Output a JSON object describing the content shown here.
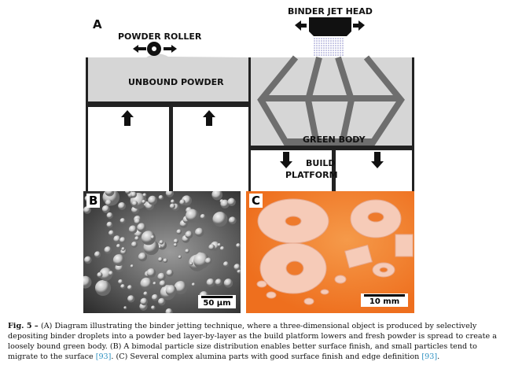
{
  "panel_a": {
    "label": "A",
    "powder_roller": "POWDER ROLLER",
    "unbound_powder": "UNBOUND POWDER",
    "binder_jet_head": "BINDER JET HEAD",
    "green_body": "GREEN BODY",
    "build_platform_line1": "BUILD",
    "build_platform_line2": "PLATFORM"
  },
  "panel_b": {
    "label": "B",
    "scale_bar": "50 µm"
  },
  "panel_c": {
    "label": "C",
    "scale_bar": "10 mm"
  },
  "caption": {
    "fig": "Fig. 5 – ",
    "text1": "(A) Diagram illustrating the binder jetting technique, where a three-dimensional object is produced by selectively depositing binder droplets into a powder bed layer-by-layer as the build platform lowers and fresh powder is spread to create a loosely bound green body. (B) A bimodal particle size distribution enables better surface finish, and small particles tend to migrate to the surface ",
    "ref1": "[93]",
    "text2": ". (C) Several complex alumina parts with good surface finish and edge definition ",
    "ref2": "[93]",
    "text3": "."
  },
  "colors": {
    "powder": "#d6d6d6",
    "wall": "#222222",
    "green_body": "#6e6e6e",
    "orange_bg": "#f07a28",
    "link": "#2a8fc0"
  }
}
